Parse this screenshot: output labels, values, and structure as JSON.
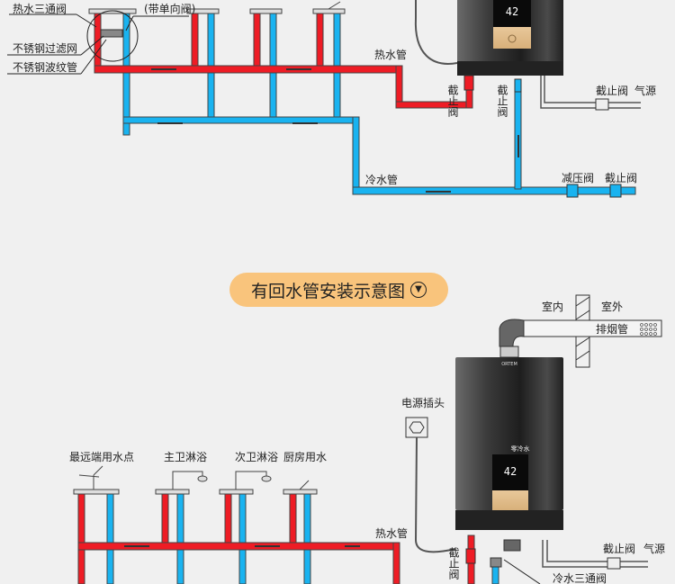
{
  "top_diagram": {
    "labels": {
      "hot_tee_valve": "热水三通阀",
      "check_valve_note": "(带单向阀)",
      "filter": "不锈钢过滤网",
      "corrugated": "不锈钢波纹管",
      "hot_pipe": "热水管",
      "shutoff_left": "截止阀",
      "shutoff_right": "截止阀",
      "gas_shutoff": "截止阀",
      "gas_source": "气源",
      "cold_pipe": "冷水管",
      "pressure_valve": "减压阀",
      "cold_shutoff": "截止阀"
    },
    "heater_display": "42"
  },
  "banner": {
    "title": "有回水管安装示意图",
    "icon": "chevron-down-circle-icon"
  },
  "bottom_diagram": {
    "labels": {
      "indoor": "室内",
      "outdoor": "室外",
      "flue": "排烟管",
      "power_socket": "电源插头",
      "far_point": "最远端用水点",
      "main_bath": "主卫淋浴",
      "second_bath": "次卫淋浴",
      "kitchen": "厨房用水",
      "hot_pipe": "热水管",
      "shutoff_left": "截止阀",
      "gas_shutoff": "截止阀",
      "gas_source": "气源",
      "cold_tee_valve": "冷水三通阀"
    },
    "heater_display": "42",
    "heater_brand_text": "零冷水"
  },
  "colors": {
    "hot": "#ee1c25",
    "cold": "#19b3f0",
    "background": "#f0f0f0",
    "banner": "#f9c47c"
  }
}
